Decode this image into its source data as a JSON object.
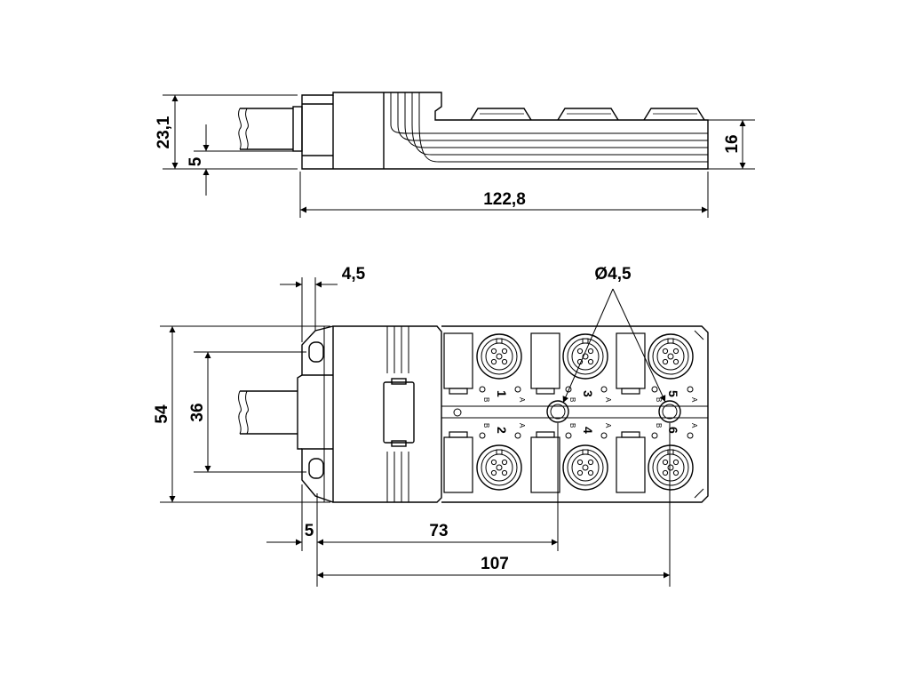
{
  "side_view": {
    "dimensions": {
      "height": "23,1",
      "cable_offset": "5",
      "body_height": "16",
      "length": "122,8"
    }
  },
  "top_view": {
    "dimensions": {
      "flange_width": "4,5",
      "hole_diameter": "Ø4,5",
      "width": "54",
      "hole_spacing": "36",
      "hole_offset": "5",
      "hole_distance_1": "73",
      "hole_distance_2": "107"
    },
    "ports": [
      {
        "number": "1"
      },
      {
        "number": "2"
      },
      {
        "number": "3"
      },
      {
        "number": "4"
      },
      {
        "number": "5"
      },
      {
        "number": "6"
      }
    ],
    "led_labels": {
      "a": "A",
      "b": "B"
    }
  }
}
